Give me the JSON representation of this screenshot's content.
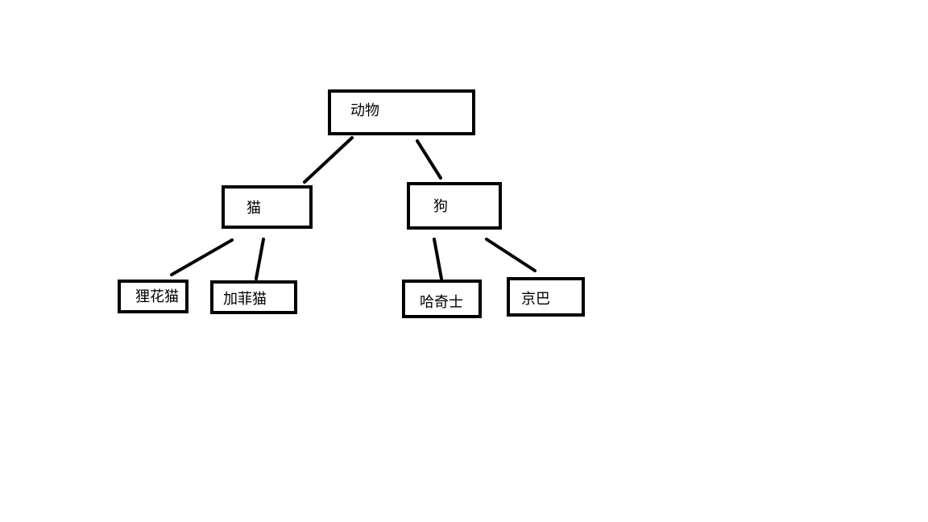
{
  "diagram": {
    "root": {
      "label": "动物"
    },
    "branches": [
      {
        "label": "猫",
        "children": [
          {
            "label": "狸花猫"
          },
          {
            "label": "加菲猫"
          }
        ]
      },
      {
        "label": "狗",
        "children": [
          {
            "label": "哈奇士"
          },
          {
            "label": "京巴"
          }
        ]
      }
    ]
  },
  "style": {
    "stroke_color": "#000000",
    "background_color": "#ffffff"
  }
}
